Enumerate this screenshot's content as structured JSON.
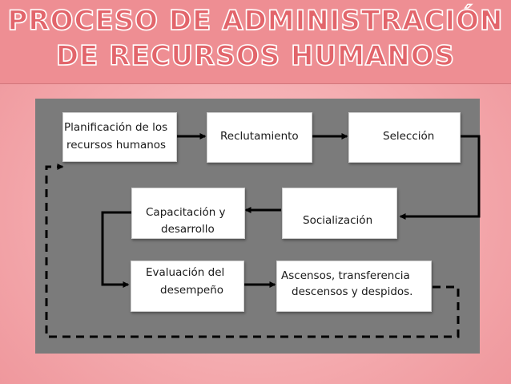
{
  "title": {
    "line1": "PROCESO DE ADMINISTRACIÓN",
    "line2": "DE RECURSOS HUMANOS"
  },
  "diagram": {
    "steps": {
      "planificacion": [
        "Planificación de los",
        "recursos humanos"
      ],
      "reclutamiento": [
        "Reclutamiento"
      ],
      "seleccion": [
        "Selección"
      ],
      "socializacion": [
        "Socialización"
      ],
      "capacitacion": [
        "Capacitación y",
        "desarrollo"
      ],
      "evaluacion": [
        "Evaluación del",
        "desempeño"
      ],
      "ascensos": [
        "Ascensos, transferencia",
        "descensos y despidos."
      ]
    }
  },
  "colors": {
    "title_fill": "#e2656b",
    "title_outline": "#ffffff",
    "panel": "#7b7b7b",
    "box": "#ffffff",
    "connector": "#000000"
  }
}
